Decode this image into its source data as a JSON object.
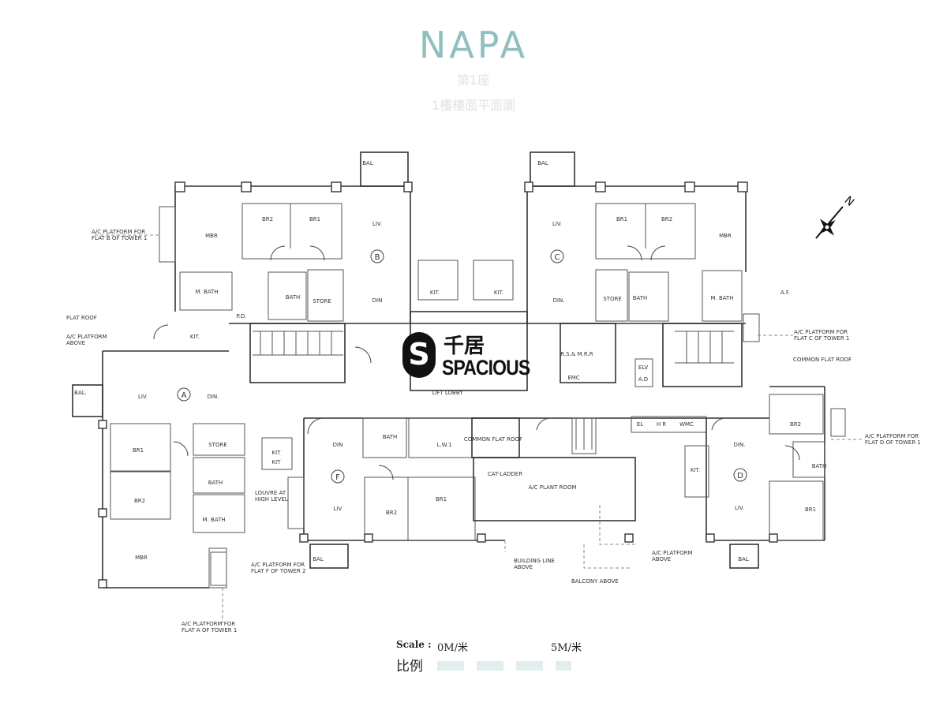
{
  "header": {
    "title": "NAPA",
    "tower": "第1座",
    "floor": "1樓樓面平面圖"
  },
  "compass": {
    "label": "N"
  },
  "watermark": {
    "chinese": "千居",
    "english": "SPACIOUS",
    "letter": "S"
  },
  "scale": {
    "label_en": "Scale :",
    "label_cn": "比例",
    "start": "0M/米",
    "end": "5M/米"
  },
  "flats": {
    "A": {
      "id": "A",
      "rooms": [
        "BAL.",
        "LIV.",
        "DIN.",
        "BR1",
        "STORE",
        "BATH",
        "BR2",
        "M. BATH",
        "MBR",
        "KIT"
      ]
    },
    "B": {
      "id": "B",
      "rooms": [
        "BAL",
        "BR2",
        "BR1",
        "LIV.",
        "MBR",
        "M. BATH",
        "BATH",
        "STORE",
        "DIN",
        "KIT.",
        "P.D."
      ]
    },
    "C": {
      "id": "C",
      "rooms": [
        "BAL",
        "LIV.",
        "BR1",
        "BR2",
        "MBR",
        "DIN.",
        "STORE",
        "BATH",
        "M. BATH",
        "KIT.",
        "KIT."
      ]
    },
    "D": {
      "id": "D",
      "rooms": [
        "BR2",
        "DIN.",
        "KIT.",
        "BATH",
        "LIV.",
        "BR1",
        "BAL"
      ]
    },
    "F": {
      "id": "F",
      "rooms": [
        "DIN",
        "BATH",
        "L.W.1",
        "KIT",
        "LIV",
        "BR2",
        "BR1",
        "BAL"
      ]
    }
  },
  "common": [
    "LIFT LOBBY",
    "R.S.& M.R.R",
    "EMC",
    "ELV",
    "A.D",
    "EL",
    "H R",
    "WMC",
    "COMMON FLAT ROOF",
    "CAT-LADDER",
    "A/C PLANT ROOM",
    "A.F."
  ],
  "annotations": {
    "ac_b": [
      "A/C PLATFORM FOR",
      "FLAT B OF TOWER 1"
    ],
    "flat_roof": "FLAT ROOF",
    "ac_above_left": [
      "A/C PLATFORM",
      "ABOVE"
    ],
    "ac_c": [
      "A/C PLATFORM FOR",
      "FLAT C OF TOWER 1"
    ],
    "common_flat_roof": "COMMON FLAT ROOF",
    "ac_d": [
      "A/C PLATFORM FOR",
      "FLAT D OF TOWER 1"
    ],
    "louvre": [
      "LOUVRE AT",
      "HIGH LEVEL"
    ],
    "ac_f": [
      "A/C PLATFORM FOR",
      "FLAT F OF TOWER 2"
    ],
    "ac_a": [
      "A/C PLATFORM FOR",
      "FLAT A OF TOWER 1"
    ],
    "building_line": [
      "BUILDING LINE",
      "ABOVE"
    ],
    "ac_above_right": [
      "A/C PLATFORM",
      "ABOVE"
    ],
    "balcony_above": "BALCONY ABOVE"
  }
}
